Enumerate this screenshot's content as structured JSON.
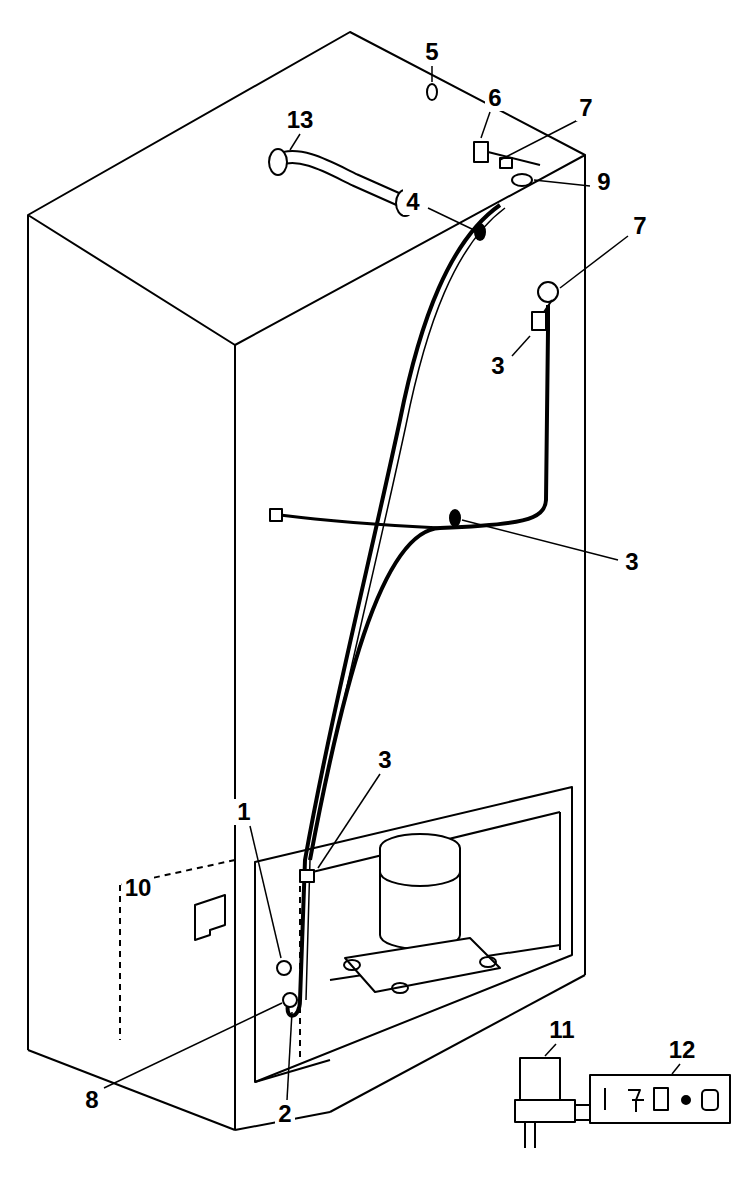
{
  "diagram": {
    "labels": [
      "5",
      "6",
      "7",
      "13",
      "9",
      "4",
      "7",
      "3",
      "3",
      "3",
      "1",
      "10",
      "8",
      "2",
      "11",
      "12"
    ]
  }
}
